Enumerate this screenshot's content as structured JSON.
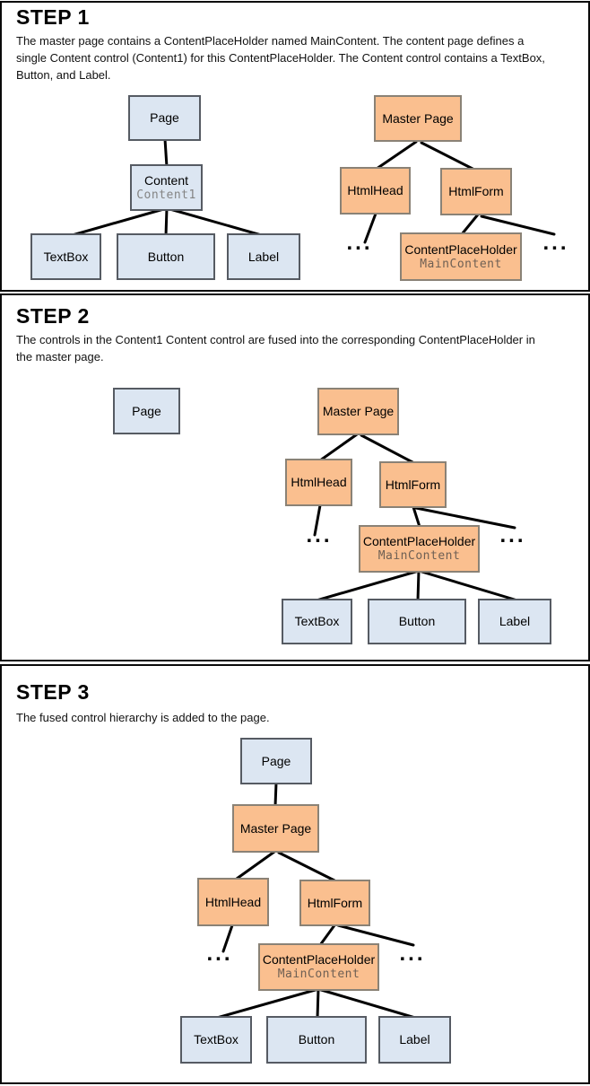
{
  "steps": [
    {
      "title": "STEP 1",
      "description": "The master page contains a ContentPlaceHolder named MainContent. The content page defines a single Content control (Content1) for this ContentPlaceHolder. The Content control contains a TextBox, Button, and Label."
    },
    {
      "title": "STEP 2",
      "description": "The controls in the Content1 Content control are fused into the corresponding ContentPlaceHolder in the master page."
    },
    {
      "title": "STEP 3",
      "description": "The fused control hierarchy is added to the page."
    }
  ],
  "node_labels": {
    "page": "Page",
    "content": "Content",
    "content_id": "Content1",
    "textbox": "TextBox",
    "button": "Button",
    "label": "Label",
    "master_page": "Master Page",
    "html_head": "HtmlHead",
    "html_form": "HtmlForm",
    "content_placeholder": "ContentPlaceHolder",
    "content_placeholder_id": "MainContent",
    "ellipsis": "..."
  },
  "colors": {
    "content_page_box_fill": "#dce6f2",
    "master_page_box_fill": "#fabf8f",
    "code_id_text": "#808080",
    "connector_line": "#000000",
    "panel_border": "#0a0a0a"
  }
}
